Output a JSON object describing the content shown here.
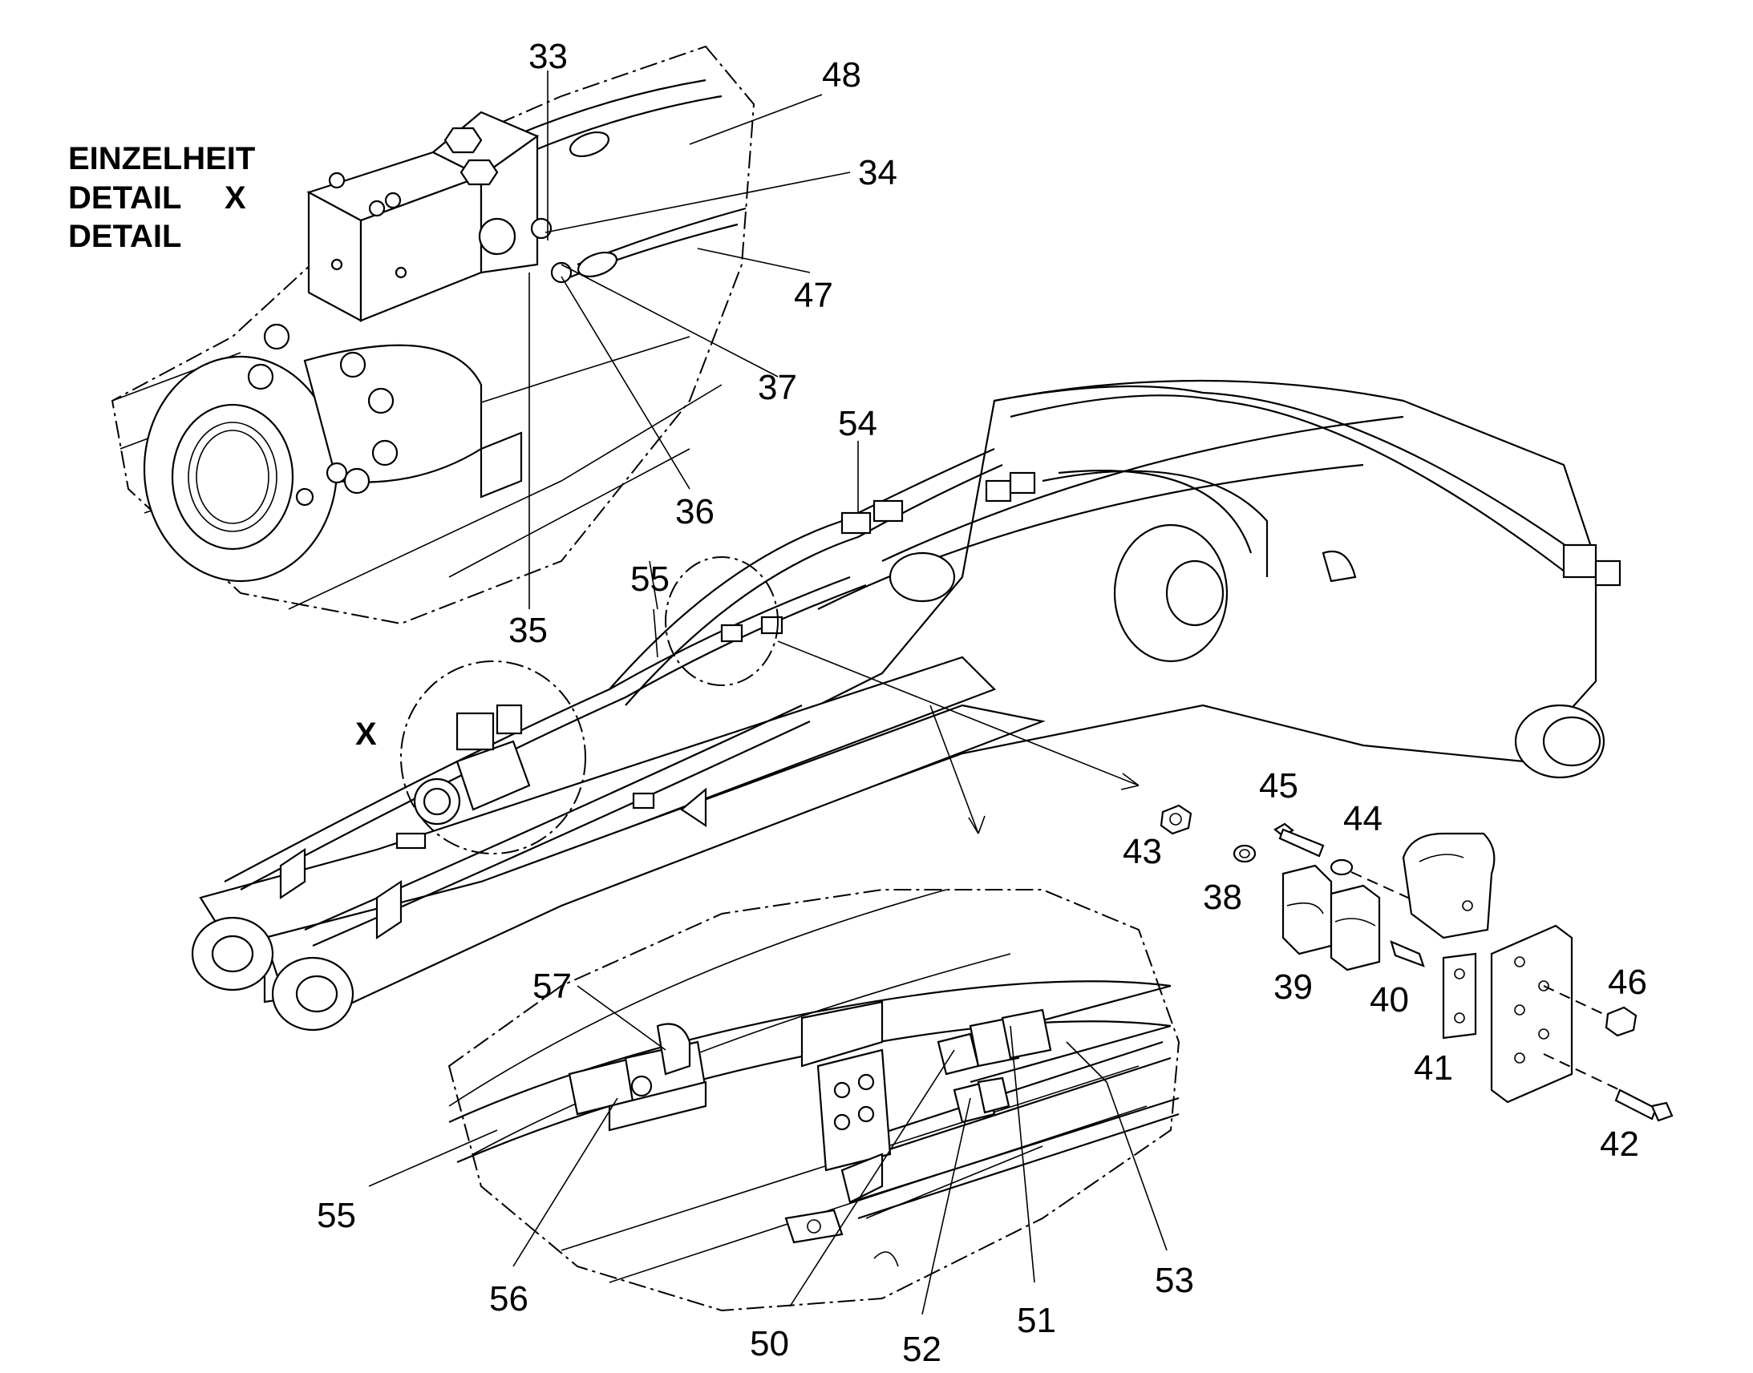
{
  "detail_heading": {
    "line1": "EINZELHEIT",
    "line2": "DETAIL",
    "marker": "X",
    "line3": "DETAIL"
  },
  "detail_marker_label": "X",
  "callouts": [
    {
      "id": "c33",
      "label": "33"
    },
    {
      "id": "c48",
      "label": "48"
    },
    {
      "id": "c34",
      "label": "34"
    },
    {
      "id": "c47",
      "label": "47"
    },
    {
      "id": "c37",
      "label": "37"
    },
    {
      "id": "c36",
      "label": "36"
    },
    {
      "id": "c35",
      "label": "35"
    },
    {
      "id": "c54",
      "label": "54"
    },
    {
      "id": "c55a",
      "label": "55"
    },
    {
      "id": "c45",
      "label": "45"
    },
    {
      "id": "c44",
      "label": "44"
    },
    {
      "id": "c43",
      "label": "43"
    },
    {
      "id": "c38",
      "label": "38"
    },
    {
      "id": "c39",
      "label": "39"
    },
    {
      "id": "c40",
      "label": "40"
    },
    {
      "id": "c46",
      "label": "46"
    },
    {
      "id": "c41",
      "label": "41"
    },
    {
      "id": "c42",
      "label": "42"
    },
    {
      "id": "c57",
      "label": "57"
    },
    {
      "id": "c55b",
      "label": "55"
    },
    {
      "id": "c56",
      "label": "56"
    },
    {
      "id": "c50",
      "label": "50"
    },
    {
      "id": "c52",
      "label": "52"
    },
    {
      "id": "c51",
      "label": "51"
    },
    {
      "id": "c53",
      "label": "53"
    }
  ]
}
